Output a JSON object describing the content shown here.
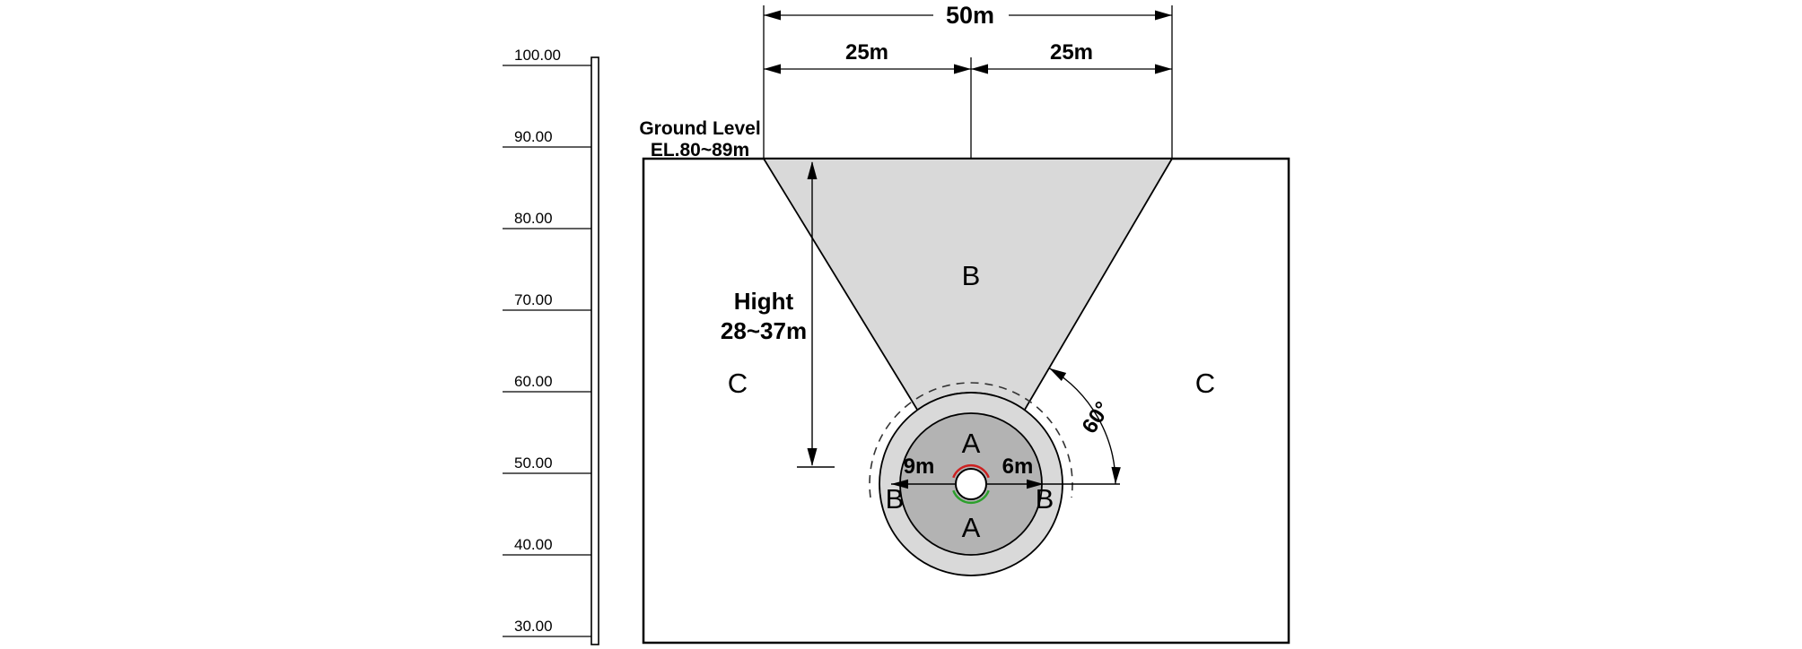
{
  "scale": {
    "ticks": [
      "100.00",
      "90.00",
      "80.00",
      "70.00",
      "60.00",
      "50.00",
      "40.00",
      "30.00"
    ]
  },
  "ground": {
    "line1": "Ground Level",
    "line2": "EL.80~89m"
  },
  "dimensions": {
    "total_width": "50m",
    "half_width_left": "25m",
    "half_width_right": "25m",
    "height_line1": "Hight",
    "height_line2": "28~37m",
    "angle": "60°",
    "radius_left": "9m",
    "radius_right": "6m"
  },
  "zones": {
    "wedge": "B",
    "left_outer": "C",
    "right_outer": "C",
    "core_top": "A",
    "core_bottom": "A",
    "ring_left": "B",
    "ring_right": "B"
  },
  "colors": {
    "zone_light": "#d9d9d9",
    "zone_dark": "#b3b3b3",
    "line": "#000000",
    "dashed": "#333333",
    "mark_red": "#cc2020",
    "mark_green": "#2ca02c"
  }
}
